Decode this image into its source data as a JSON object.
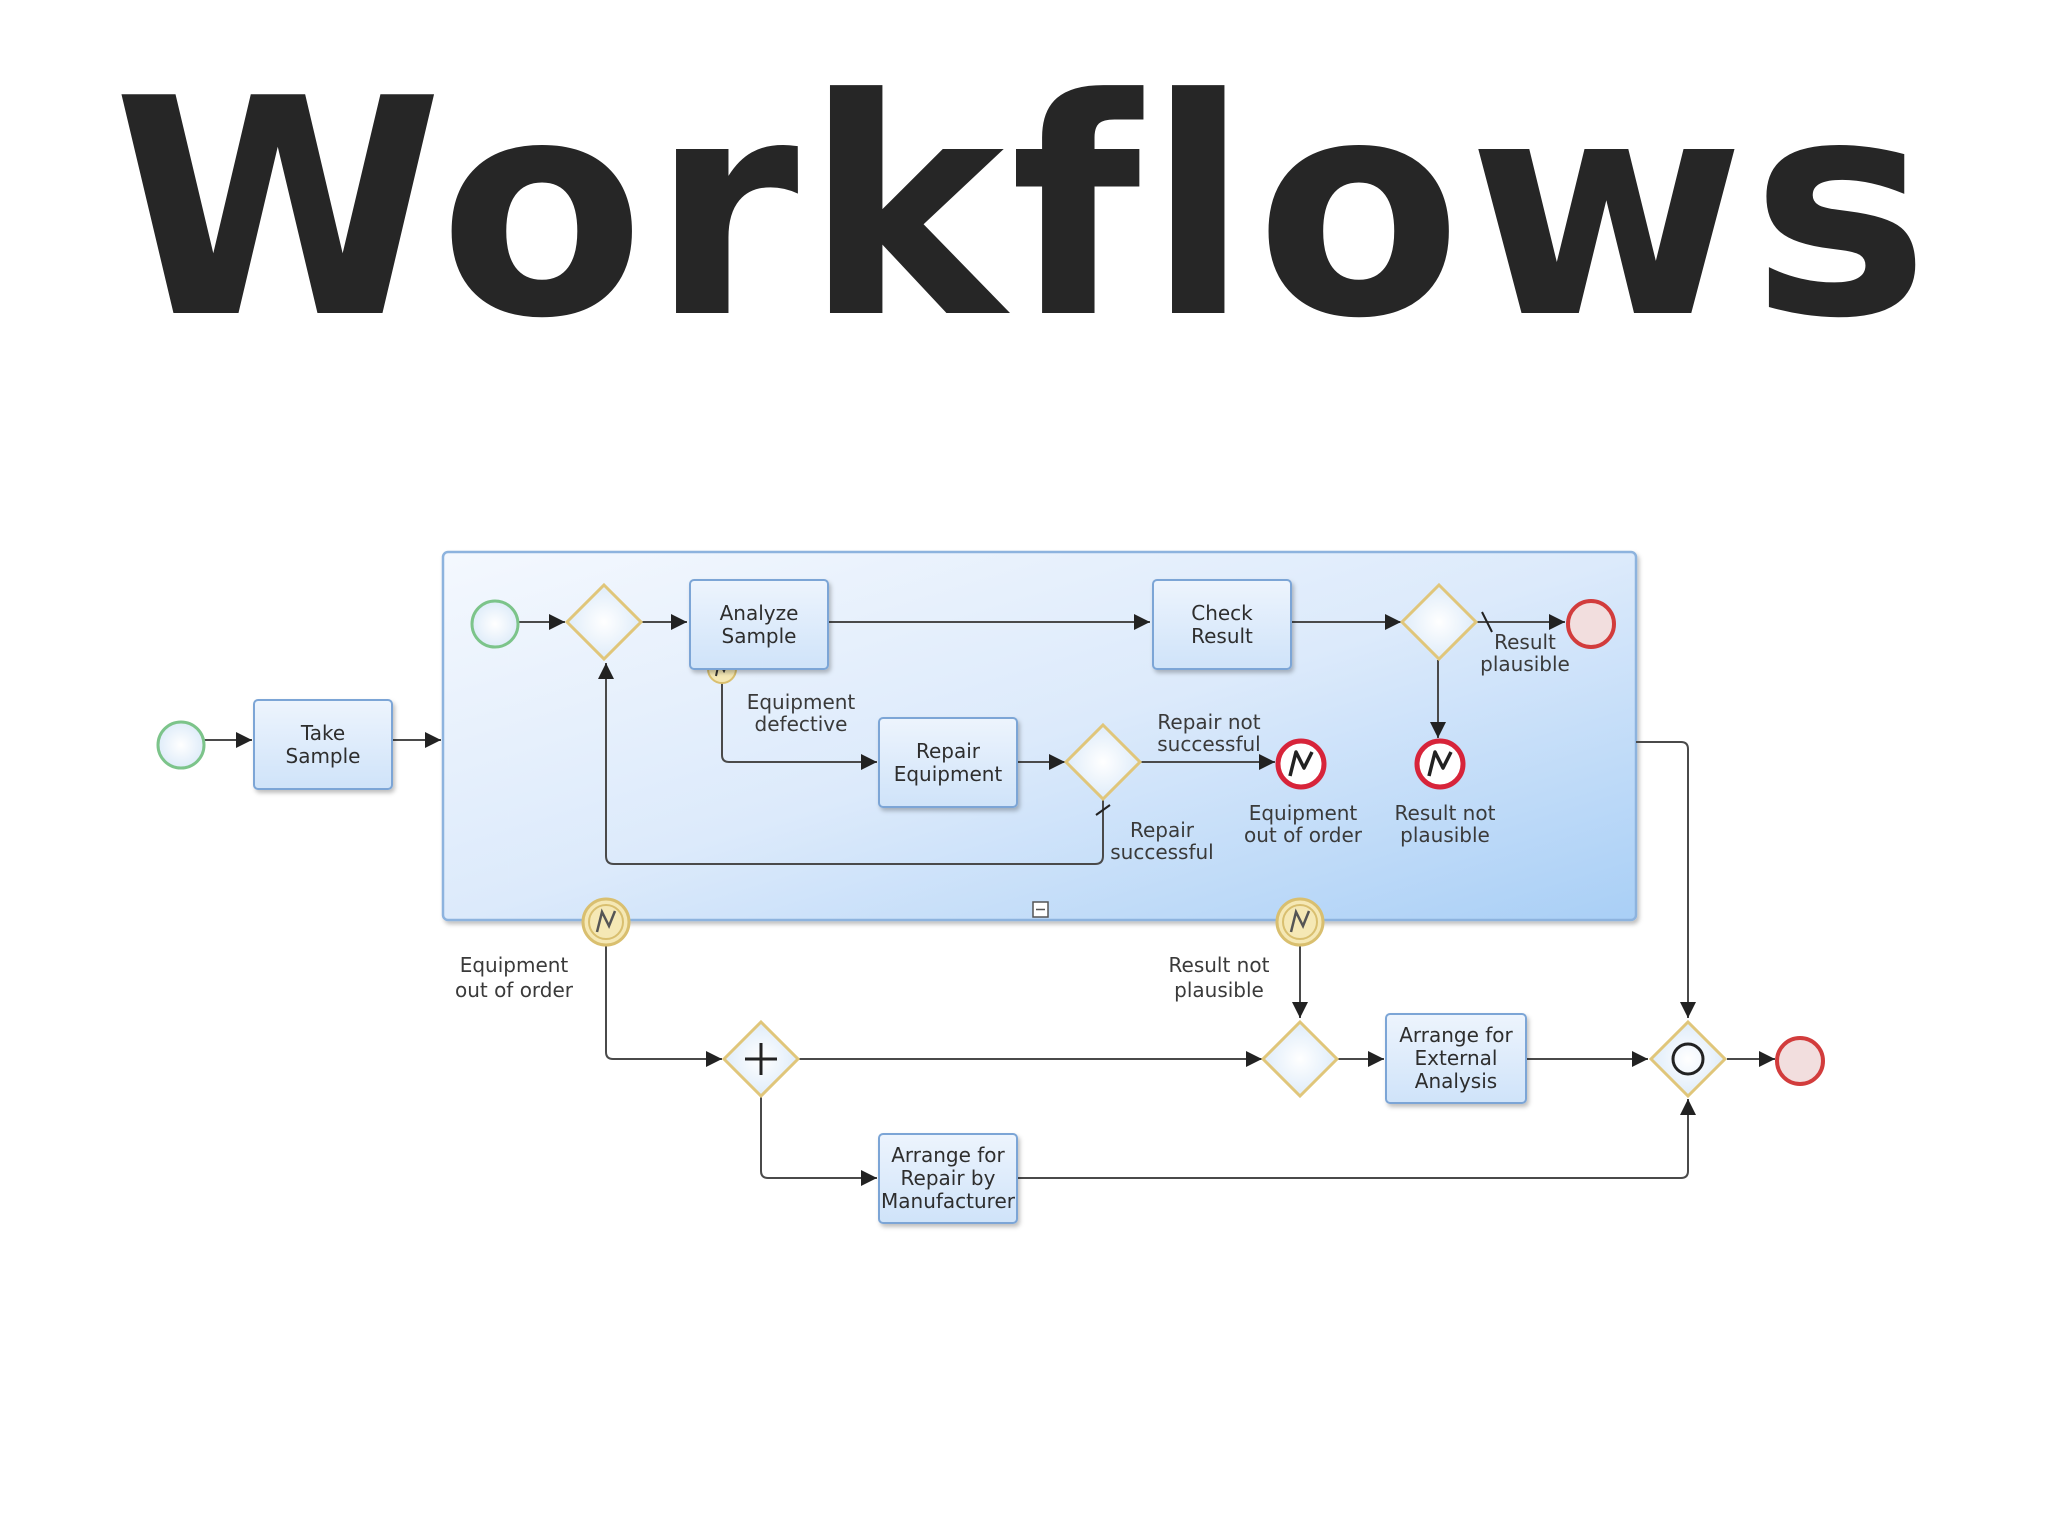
{
  "title": "Workflows",
  "diagram": {
    "colors": {
      "task_fill": "#dcebfb",
      "task_stroke": "#7ba5d6",
      "subprocess_stroke": "#8db3de",
      "start_stroke": "#7cc48a",
      "end_stroke": "#d23c3c",
      "gateway_stroke": "#e0c67a",
      "error_event_fill": "#d7243a",
      "boundary_fill": "#f5e8b5",
      "flow": "#4a4a4a"
    },
    "tasks": {
      "take_sample": [
        "Take",
        "Sample"
      ],
      "analyze_sample": [
        "Analyze",
        "Sample"
      ],
      "check_result": [
        "Check",
        "Result"
      ],
      "repair_equipment": [
        "Repair",
        "Equipment"
      ],
      "arrange_external": [
        "Arrange for",
        "External",
        "Analysis"
      ],
      "arrange_repair": [
        "Arrange for",
        "Repair by",
        "Manufacturer"
      ]
    },
    "labels": {
      "equipment_defective": [
        "Equipment",
        "defective"
      ],
      "repair_not_successful": [
        "Repair not",
        "successful"
      ],
      "repair_successful": [
        "Repair",
        "successful"
      ],
      "result_plausible": [
        "Result",
        "plausible"
      ],
      "end_equipment_out_of_order": [
        "Equipment",
        "out of order"
      ],
      "end_result_not_plausible": [
        "Result not",
        "plausible"
      ],
      "boundary_equipment_out_of_order": [
        "Equipment",
        "out of order"
      ],
      "boundary_result_not_plausible": [
        "Result not",
        "plausible"
      ]
    }
  }
}
